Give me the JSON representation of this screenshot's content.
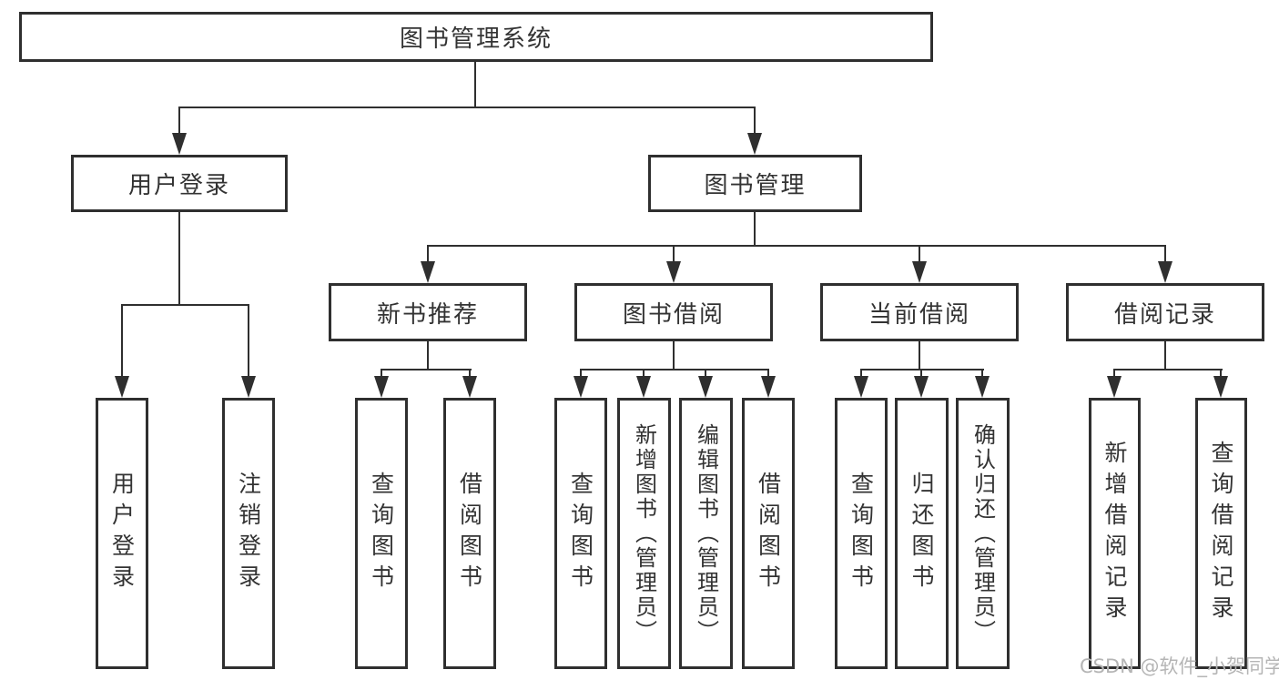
{
  "diagram": {
    "title": "图书管理系统",
    "type": "hierarchy-tree",
    "nodes": {
      "root": "图书管理系统",
      "user_login": "用户登录",
      "book_management": "图书管理",
      "new_book_recommend": "新书推荐",
      "book_borrow": "图书借阅",
      "current_borrow": "当前借阅",
      "borrow_record": "借阅记录",
      "leaf_user_login": "用户登录",
      "leaf_logout": "注销登录",
      "leaf_recommend_query_book": "查询图书",
      "leaf_recommend_borrow_book": "借阅图书",
      "leaf_borrow_query_book": "查询图书",
      "leaf_borrow_add_book": "新增图书（管理员）",
      "leaf_borrow_edit_book": "编辑图书（管理员）",
      "leaf_borrow_borrow_book": "借阅图书",
      "leaf_current_query_book": "查询图书",
      "leaf_current_return_book": "归还图书",
      "leaf_current_confirm_return": "确认归还（管理员）",
      "leaf_record_add": "新增借阅记录",
      "leaf_record_query": "查询借阅记录"
    },
    "structure": {
      "图书管理系统": [
        "用户登录",
        "图书管理"
      ],
      "用户登录": [
        "用户登录",
        "注销登录"
      ],
      "图书管理": [
        "新书推荐",
        "图书借阅",
        "当前借阅",
        "借阅记录"
      ],
      "新书推荐": [
        "查询图书",
        "借阅图书"
      ],
      "图书借阅": [
        "查询图书",
        "新增图书（管理员）",
        "编辑图书（管理员）",
        "借阅图书"
      ],
      "当前借阅": [
        "查询图书",
        "归还图书",
        "确认归还（管理员）"
      ],
      "借阅记录": [
        "新增借阅记录",
        "查询借阅记录"
      ]
    },
    "colors": {
      "line": "#2f2f2f",
      "text": "#333333",
      "background": "#ffffff",
      "watermark": "#b5b5b5"
    },
    "watermark": "CSDN @软件_小贺同学"
  }
}
